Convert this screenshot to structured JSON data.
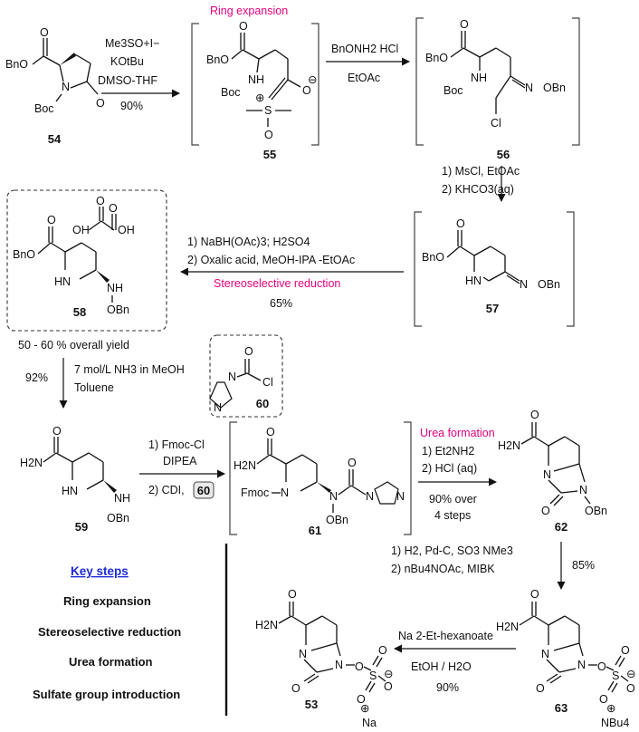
{
  "annotations": {
    "ring_expansion": "Ring expansion",
    "stereo_reduction": "Stereoselective reduction",
    "urea_formation": "Urea formation"
  },
  "reagents": {
    "step1_a": "Me3SO+I−",
    "step1_b": "KOtBu",
    "step1_c": "DMSO-THF",
    "step1_yield": "90%",
    "step2_a": "BnONH2 HCl",
    "step2_b": "EtOAc",
    "step3_a": "1) MsCl, EtOAc",
    "step3_b": "2) KHCO3(aq)",
    "step4_a": "1) NaBH(OAc)3; H2SO4",
    "step4_b": "2) Oxalic acid, MeOH-IPA -EtOAc",
    "step4_yield": "65%",
    "overall_yield": "50 - 60 % overall yield",
    "step5_a": "7 mol/L NH3 in MeOH",
    "step5_b": "Toluene",
    "step5_yield": "92%",
    "step6_a": "1) Fmoc-Cl",
    "step6_b": "DIPEA",
    "step6_c": "2) CDI,",
    "step6_ref": "60",
    "step7_a": "1) Et2NH2",
    "step7_b": "2) HCl (aq)",
    "step7_c": "90% over",
    "step7_d": "4  steps",
    "step8_a": "1) H2, Pd-C, SO3 NMe3",
    "step8_b": "2) nBu4NOAc, MIBK",
    "step8_yield": "85%",
    "step9_a": "Na 2-Et-hexanoate",
    "step9_b": "EtOH / H2O",
    "step9_yield": "90%"
  },
  "compounds": {
    "c54": "54",
    "c55": "55",
    "c56": "56",
    "c57": "57",
    "c58": "58",
    "c59": "59",
    "c60": "60",
    "c61": "61",
    "c62": "62",
    "c63": "63",
    "c53": "53"
  },
  "atoms": {
    "BnO": "BnO",
    "Boc": "Boc",
    "N": "N",
    "NH": "NH",
    "HN": "HN",
    "O": "O",
    "OBn": "OBn",
    "Cl": "Cl",
    "S": "S",
    "OH": "OH",
    "H2N": "H2N",
    "Fmoc": "Fmoc",
    "plus": "⊕",
    "minus": "⊖",
    "Na": "Na",
    "NBu4": "NBu4"
  },
  "key_steps": {
    "title": "Key steps",
    "items": [
      "Ring expansion",
      "Stereoselective reduction",
      "Urea formation",
      "Sulfate group introduction"
    ]
  }
}
